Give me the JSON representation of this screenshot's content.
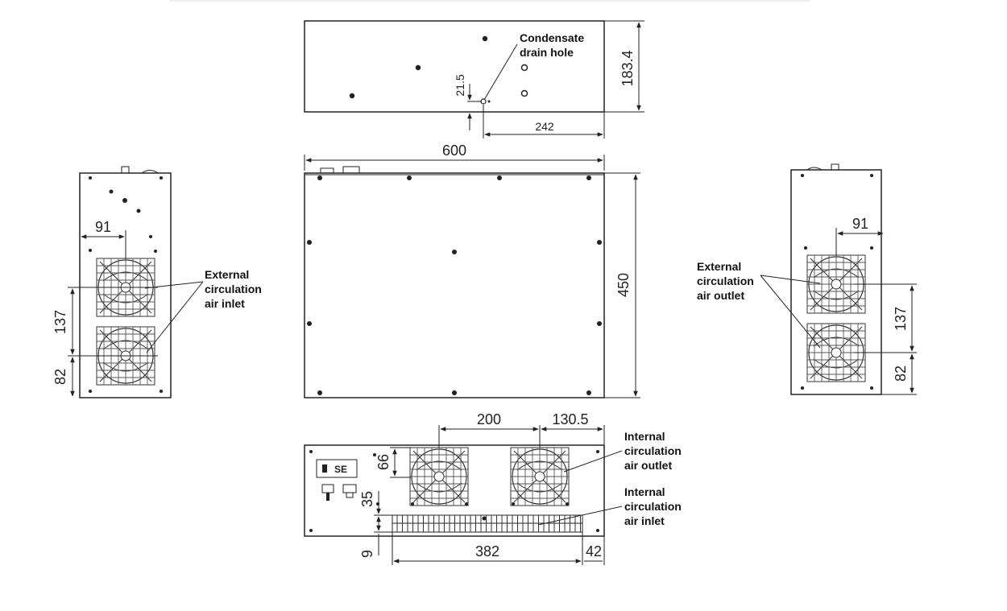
{
  "top_view": {
    "callout": [
      "Condensate",
      "drain hole"
    ],
    "dim_height": "183.4",
    "dim_offset_y": "21.5",
    "dim_offset_x": "242"
  },
  "front_view": {
    "dim_width": "600",
    "dim_height": "450"
  },
  "left_view": {
    "callout": [
      "External",
      "circulation",
      "air inlet"
    ],
    "dim_width": "91",
    "dim_spacing": "137",
    "dim_bottom": "82"
  },
  "right_view": {
    "callout": [
      "External",
      "circulation",
      "air outlet"
    ],
    "dim_width": "91",
    "dim_spacing": "137",
    "dim_bottom": "82"
  },
  "bottom_view": {
    "panel_label": "SE",
    "callout_outlet": [
      "Internal",
      "circulation",
      "air outlet"
    ],
    "callout_inlet": [
      "Internal",
      "circulation",
      "air inlet"
    ],
    "dim_fan_spacing": "200",
    "dim_fan_offset": "130.5",
    "dim_fan_height": "66",
    "dim_vent_top": "35",
    "dim_vent_bottom": "9",
    "dim_vent_width": "382",
    "dim_vent_right": "42"
  }
}
